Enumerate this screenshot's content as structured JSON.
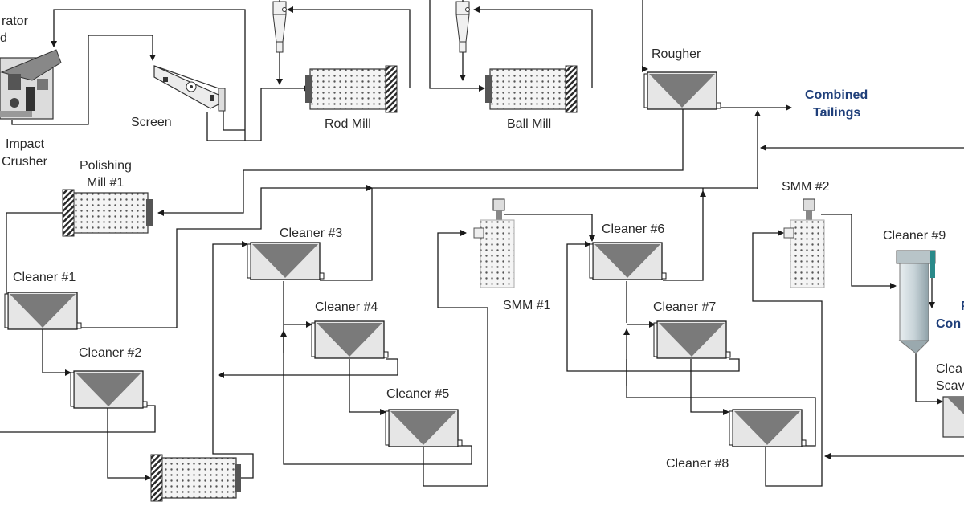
{
  "labels": {
    "vibrator_partial_1": "rator",
    "vibrator_partial_2": "d",
    "impact_crusher_1": "Impact",
    "impact_crusher_2": "Crusher",
    "screen": "Screen",
    "rod_mill": "Rod Mill",
    "ball_mill": "Ball Mill",
    "rougher": "Rougher",
    "combined_tailings_1": "Combined",
    "combined_tailings_2": "Tailings",
    "polishing_mill_1": "Polishing",
    "polishing_mill_2": "Mill #1",
    "cleaner_1": "Cleaner #1",
    "cleaner_2": "Cleaner #2",
    "cleaner_3": "Cleaner #3",
    "cleaner_4": "Cleaner #4",
    "cleaner_5": "Cleaner #5",
    "cleaner_6": "Cleaner #6",
    "cleaner_7": "Cleaner #7",
    "cleaner_8": "Cleaner #8",
    "cleaner_9": "Cleaner #9",
    "smm_1": "SMM #1",
    "smm_2": "SMM #2",
    "final_concentrate_partial_1": "F",
    "final_concentrate_partial_2": "Con",
    "cleaner_scavenger_partial_1": "Clea",
    "cleaner_scavenger_partial_2": "Scav"
  },
  "colors": {
    "line": "#1a1a1a",
    "cell_body": "#e6e6e6",
    "cell_froth": "#7a7a7a",
    "mill_body": "#f2f2f2",
    "mill_end": "#2a2a2a",
    "product_label": "#1f3f7a",
    "column_accent": "#2a8a8a"
  }
}
